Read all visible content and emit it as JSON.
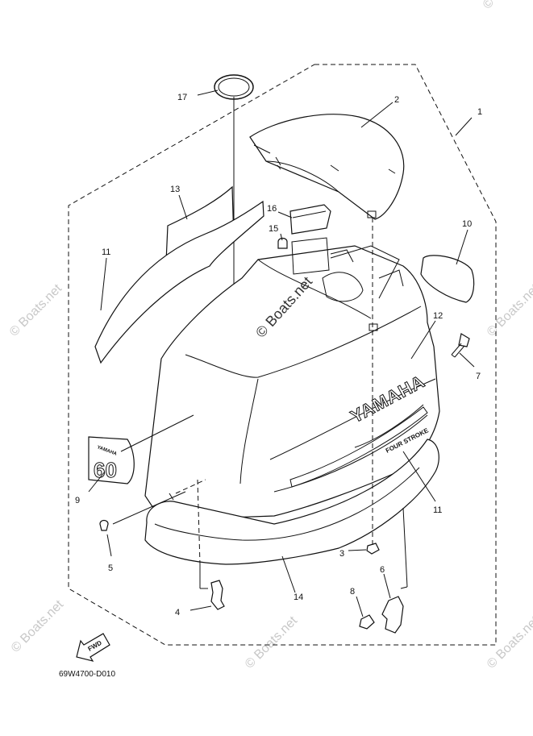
{
  "diagram": {
    "code": "69W4700-D010",
    "fwd_label": "FWD",
    "brand_text": "YAMAHA",
    "decal_brand": "YAMAHA",
    "decal_number": "60",
    "model_text": "FOUR STROKE",
    "watermark": "© Boats.net",
    "callouts": [
      "1",
      "2",
      "3",
      "4",
      "5",
      "6",
      "7",
      "8",
      "9",
      "10",
      "11",
      "11",
      "12",
      "13",
      "14",
      "15",
      "16",
      "17"
    ]
  }
}
